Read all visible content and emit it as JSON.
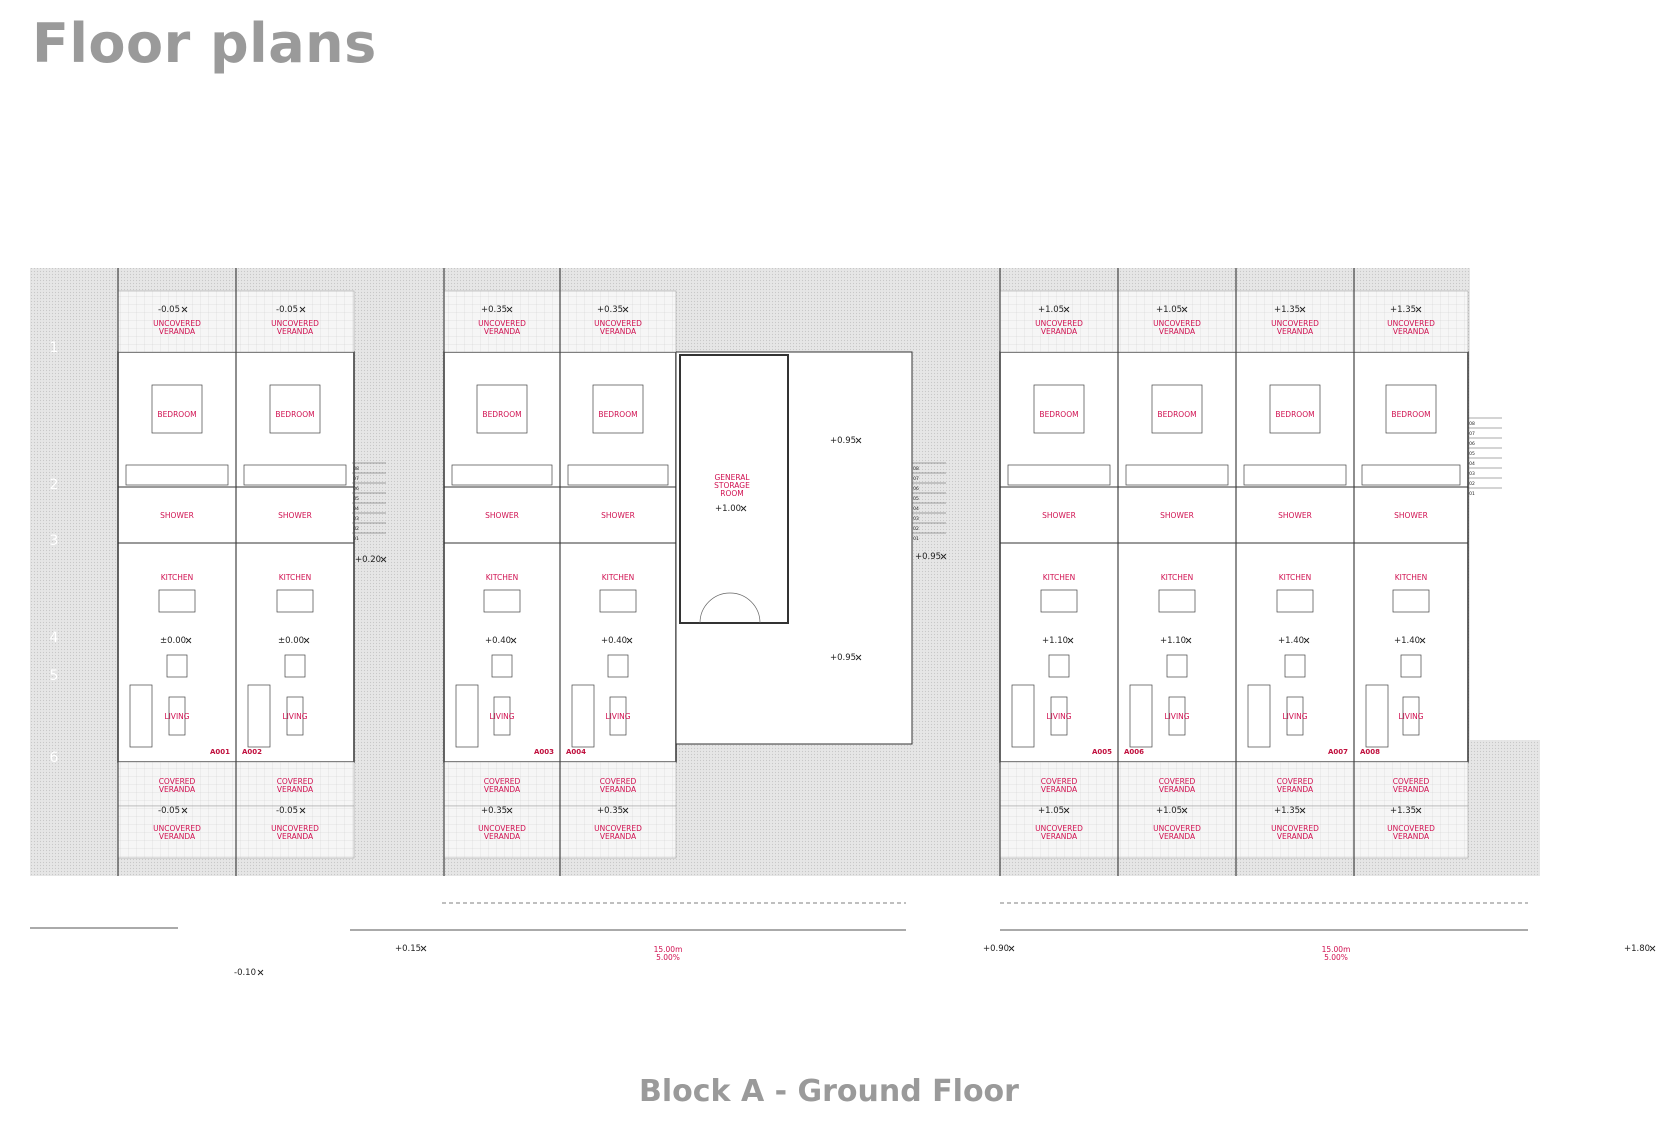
{
  "title": "Floor plans",
  "caption": "Block A - Ground Floor",
  "colors": {
    "label": "#d01050",
    "heading": "#9a9a9a",
    "hatch": "#dcdcdc",
    "wall": "#333333"
  },
  "room_labels": {
    "bedroom": "BEDROOM",
    "shower": "SHOWER",
    "kitchen": "KITCHEN",
    "living": "LIVING",
    "covered": "COVERED",
    "uncovered": "UNCOVERED",
    "veranda": "VERANDA"
  },
  "units": [
    {
      "id": "A001",
      "top_level": "-0.05",
      "floor_level": "±0.00",
      "bottom_level": "-0.05"
    },
    {
      "id": "A002",
      "top_level": "-0.05",
      "floor_level": "±0.00",
      "bottom_level": "-0.05"
    },
    {
      "id": "A003",
      "top_level": "+0.35",
      "floor_level": "+0.40",
      "bottom_level": "+0.35"
    },
    {
      "id": "A004",
      "top_level": "+0.35",
      "floor_level": "+0.40",
      "bottom_level": "+0.35"
    },
    {
      "id": "A005",
      "top_level": "+1.05",
      "floor_level": "+1.10",
      "bottom_level": "+1.05"
    },
    {
      "id": "A006",
      "top_level": "+1.05",
      "floor_level": "+1.10",
      "bottom_level": "+1.05"
    },
    {
      "id": "A007",
      "top_level": "+1.35",
      "floor_level": "+1.40",
      "bottom_level": "+1.35"
    },
    {
      "id": "A008",
      "top_level": "+1.35",
      "floor_level": "+1.40",
      "bottom_level": "+1.35"
    }
  ],
  "storage": {
    "line1": "GENERAL",
    "line2": "STORAGE",
    "line3": "ROOM",
    "level": "+1.00",
    "level_upper": "+0.95",
    "level_lower": "+0.95"
  },
  "site_levels": {
    "stair_left": "+0.20",
    "stair_right": "+0.95",
    "ground_left": "-0.10",
    "ramp_left_start": "+0.15",
    "ramp_mid_end": "+0.90",
    "ramp_right_end": "+1.80"
  },
  "ramps": [
    {
      "length": "15.00m",
      "slope": "5.00%"
    },
    {
      "length": "15.00m",
      "slope": "5.00%"
    }
  ],
  "grid_numbers": [
    "1",
    "2",
    "3",
    "4",
    "5",
    "6"
  ],
  "stair_steps": [
    "08",
    "07",
    "06",
    "05",
    "04",
    "03",
    "02",
    "01"
  ]
}
